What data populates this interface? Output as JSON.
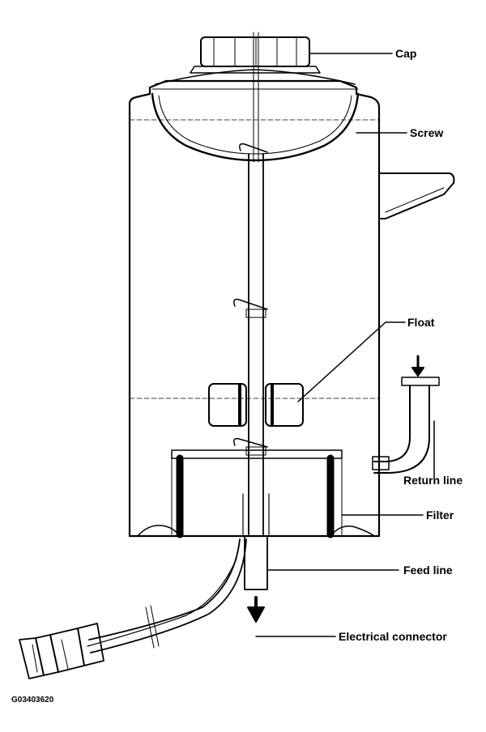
{
  "diagram": {
    "figure_id": "G03403620",
    "labels": {
      "cap": "Cap",
      "screw": "Screw",
      "float": "Float",
      "return_line": "Return line",
      "filter": "Filter",
      "feed_line": "Feed line",
      "electrical_connector": "Electrical connector"
    }
  }
}
